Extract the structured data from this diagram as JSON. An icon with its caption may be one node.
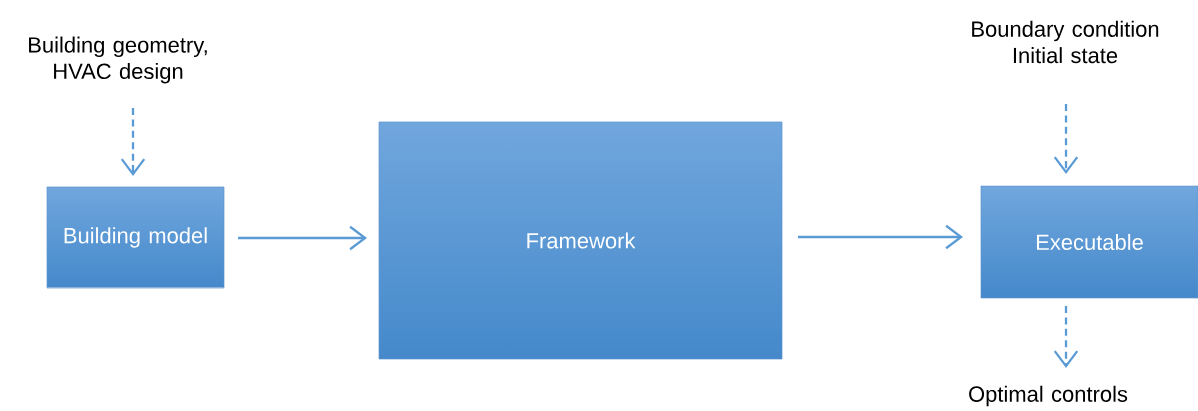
{
  "diagram": {
    "nodes": [
      {
        "text": [
          "Building geometry, HVAC design"
        ]
      },
      {
        "text": [
          "Building model"
        ]
      },
      {
        "text": [
          "Framework"
        ]
      },
      {
        "text": [
          "Boundary condition Initial state"
        ]
      },
      {
        "text": [
          "Executable"
        ]
      },
      {
        "text": [
          "Optimal controls"
        ]
      }
    ],
    "edges": [
      {
        "from": 0,
        "to": 1,
        "arrow": "to",
        "style": "dashed"
      },
      {
        "from": 1,
        "to": 2,
        "arrow": "to"
      },
      {
        "from": 2,
        "to": 4,
        "arrow": "to"
      },
      {
        "from": 3,
        "to": 4,
        "arrow": "to",
        "style": "dashed"
      },
      {
        "from": 4,
        "to": 5,
        "arrow": "to",
        "style": "dashed"
      }
    ]
  }
}
